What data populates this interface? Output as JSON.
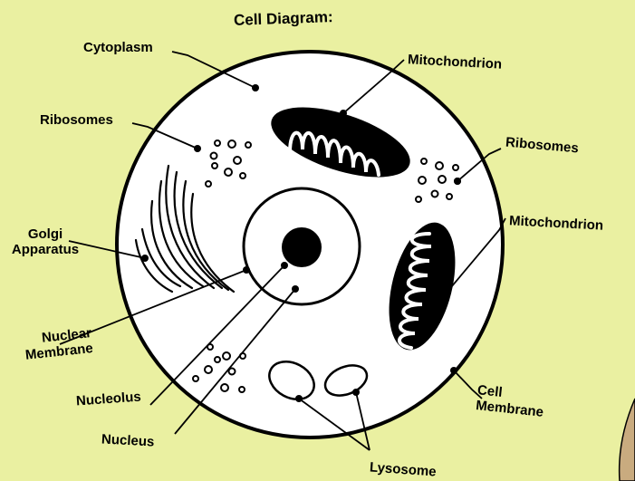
{
  "title": "Cell Diagram:",
  "labels": {
    "cytoplasm": "Cytoplasm",
    "ribosomes_left": "Ribosomes",
    "golgi_line1": "Golgi",
    "golgi_line2": "Apparatus",
    "nuclear_membrane_line1": "Nuclear",
    "nuclear_membrane_line2": "Membrane",
    "nucleolus": "Nucleolus",
    "nucleus": "Nucleus",
    "mitochondrion_top": "Mitochondrion",
    "ribosomes_right": "Ribosomes",
    "mitochondrion_right": "Mitochondrion",
    "cell_membrane_line1": "Cell",
    "cell_membrane_line2": "Membrane",
    "lysosome": "Lysosome"
  },
  "colors": {
    "background": "#eaf0a1",
    "cell_fill": "#ffffff",
    "outline": "#000000",
    "corner_fill": "#c9ab7f"
  }
}
